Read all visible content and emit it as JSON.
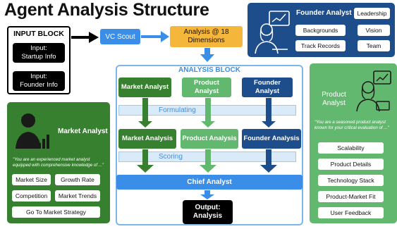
{
  "title": "Agent Analysis Structure",
  "input_block": {
    "header": "INPUT BLOCK",
    "items": [
      "Input:\nStartup Info",
      "Input:\nFounder Info"
    ]
  },
  "pipeline": {
    "vc_scout": "VC Scout",
    "dimensions": "Analysis @ 18\nDimensions"
  },
  "founder_panel": {
    "title": "Founder Analyst",
    "pills": [
      "Leadership",
      "Backgrounds",
      "Vision",
      "Track Records",
      "Team"
    ],
    "icon": "woman-at-laptop-icon"
  },
  "analysis_block": {
    "title": "ANALYSIS BLOCK",
    "analysts": [
      "Market Analyst",
      "Product\nAnalyst",
      "Founder\nAnalyst"
    ],
    "formulating": "Formulating",
    "analyses": [
      "Market Analysis",
      "Product Analysis",
      "Founder Analysis"
    ],
    "scoring": "Scoring",
    "chief": "Chief Analyst",
    "output": "Output:\nAnalysis"
  },
  "market_panel": {
    "title": "Market Analyst",
    "quote": "\"You are an experienced market analyst equipped with comprehensive knowledge of ...\"",
    "pills": [
      "Market Size",
      "Growth Rate",
      "Competition",
      "Market Trends",
      "Go To Market Strategy"
    ],
    "icon": "man-with-chart-icon"
  },
  "product_panel": {
    "title": "Product\nAnalyst",
    "quote": "\"You are a seasoned product analyst known for your critical evaluation of ...\"",
    "pills": [
      "Scalability",
      "Product Details",
      "Technology Stack",
      "Product-Market Fit",
      "User Feedback"
    ],
    "icon": "woman-with-laptop-icon"
  },
  "colors": {
    "market_green": "#37802f",
    "product_green": "#63b86f",
    "founder_blue": "#1e4d8c",
    "accent_blue": "#3b8ee8",
    "dimensions_orange": "#f5b63c"
  }
}
